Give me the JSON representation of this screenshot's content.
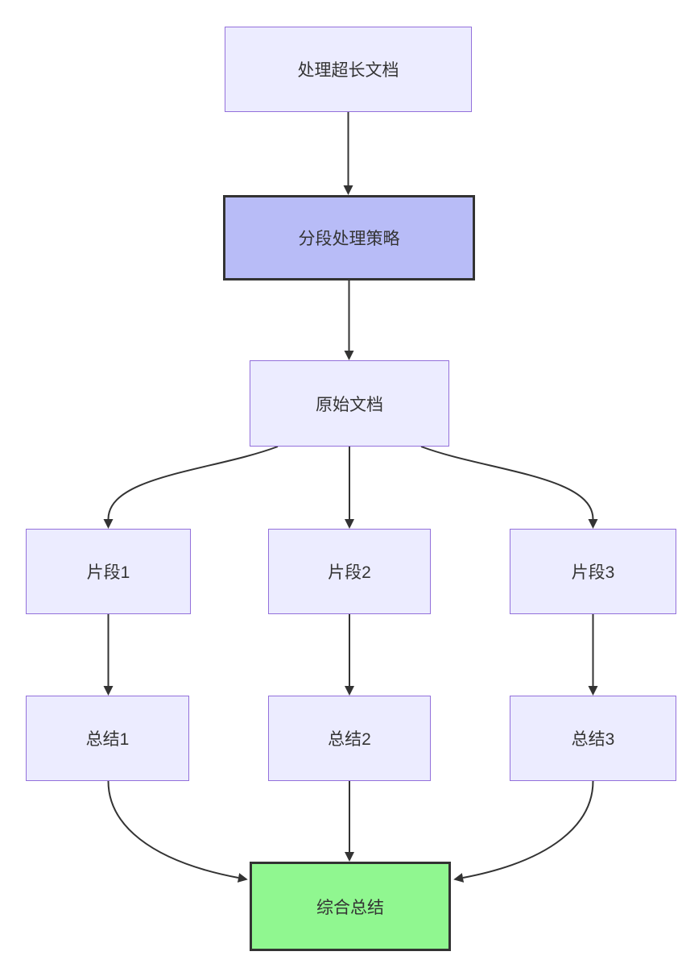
{
  "diagram": {
    "type": "flowchart-top-down",
    "nodes": [
      {
        "id": "A",
        "label": "处理超长文档",
        "style": "default"
      },
      {
        "id": "B",
        "label": "分段处理策略",
        "style": "highlight"
      },
      {
        "id": "C",
        "label": "原始文档",
        "style": "default"
      },
      {
        "id": "D1",
        "label": "片段1",
        "style": "default"
      },
      {
        "id": "D2",
        "label": "片段2",
        "style": "default"
      },
      {
        "id": "D3",
        "label": "片段3",
        "style": "default"
      },
      {
        "id": "E1",
        "label": "总结1",
        "style": "default"
      },
      {
        "id": "E2",
        "label": "总结2",
        "style": "default"
      },
      {
        "id": "E3",
        "label": "总结3",
        "style": "default"
      },
      {
        "id": "F",
        "label": "综合总结",
        "style": "success"
      }
    ],
    "edges": [
      {
        "from": "A",
        "to": "B"
      },
      {
        "from": "B",
        "to": "C"
      },
      {
        "from": "C",
        "to": "D1"
      },
      {
        "from": "C",
        "to": "D2"
      },
      {
        "from": "C",
        "to": "D3"
      },
      {
        "from": "D1",
        "to": "E1"
      },
      {
        "from": "D2",
        "to": "E2"
      },
      {
        "from": "D3",
        "to": "E3"
      },
      {
        "from": "E1",
        "to": "F"
      },
      {
        "from": "E2",
        "to": "F"
      },
      {
        "from": "E3",
        "to": "F"
      }
    ],
    "colors": {
      "node_fill": "#ECECFF",
      "node_border": "#9370DB",
      "highlight_fill": "#B8BCF7",
      "highlight_border": "#333333",
      "success_fill": "#90F790",
      "success_border": "#333333",
      "text": "#333333",
      "arrow": "#333333",
      "background": "#FFFFFF"
    }
  }
}
